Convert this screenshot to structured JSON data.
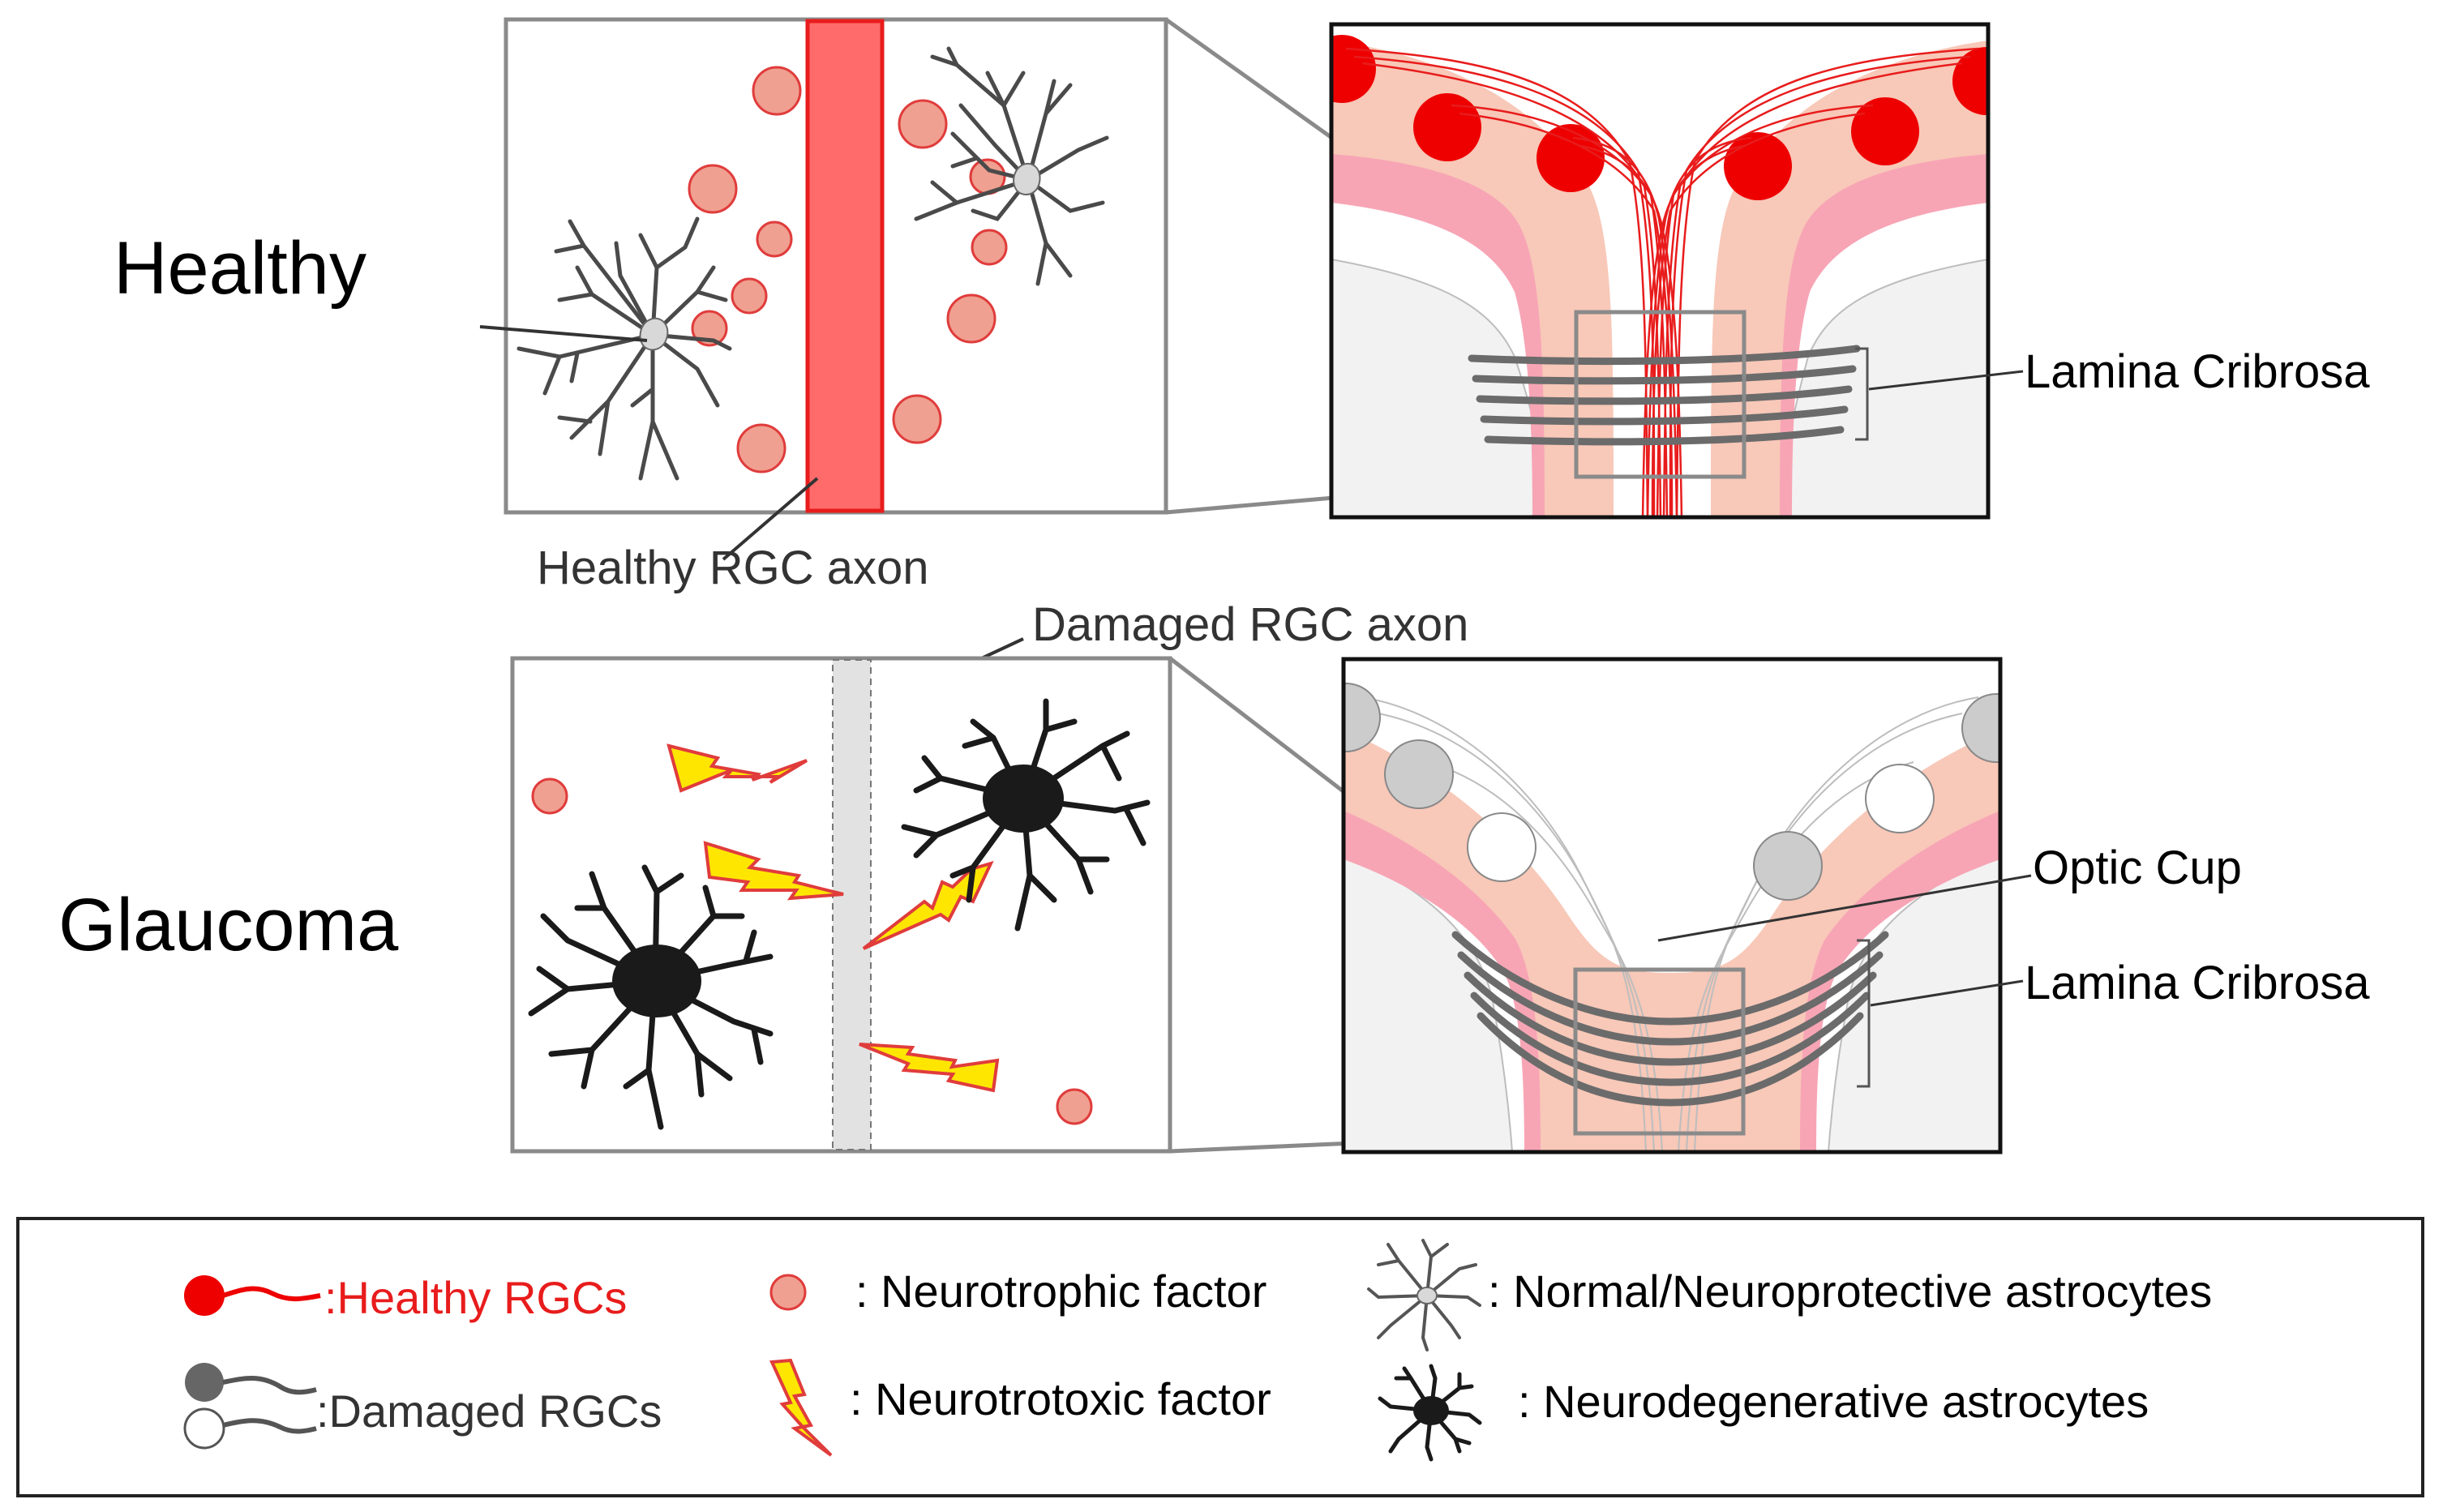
{
  "rows": {
    "healthy": "Healthy",
    "glaucoma": "Glaucoma"
  },
  "labels": {
    "healthy_axon": "Healthy RGC axon",
    "damaged_axon": "Damaged RGC axon",
    "lamina_top": "Lamina Cribrosa",
    "lamina_bottom": "Lamina Cribrosa",
    "optic_cup": "Optic Cup"
  },
  "legend": {
    "healthy_rgcs": ":Healthy RGCs",
    "damaged_rgcs": ":Damaged RGCs",
    "neurotrophic": ": Neurotrophic factor",
    "neurotoxic": ": Neurotrotoxic factor",
    "normal_astro": ": Normal/Neuroprotective astrocytes",
    "degen_astro": ": Neurodegenerative astrocytes"
  },
  "colors": {
    "rgc_red": "#ee0000",
    "axon_red": "#ff6b6b",
    "factor_fill": "#f0a090",
    "factor_stroke": "#e03c3c",
    "tissue_peach": "#f8c8b8",
    "tissue_pink": "#f7a5b5",
    "bolt_yellow": "#ffe600",
    "astro_gray": "#4a4a4a",
    "astro_black": "#1a1a1a",
    "damaged_gray": "#cccccc"
  }
}
